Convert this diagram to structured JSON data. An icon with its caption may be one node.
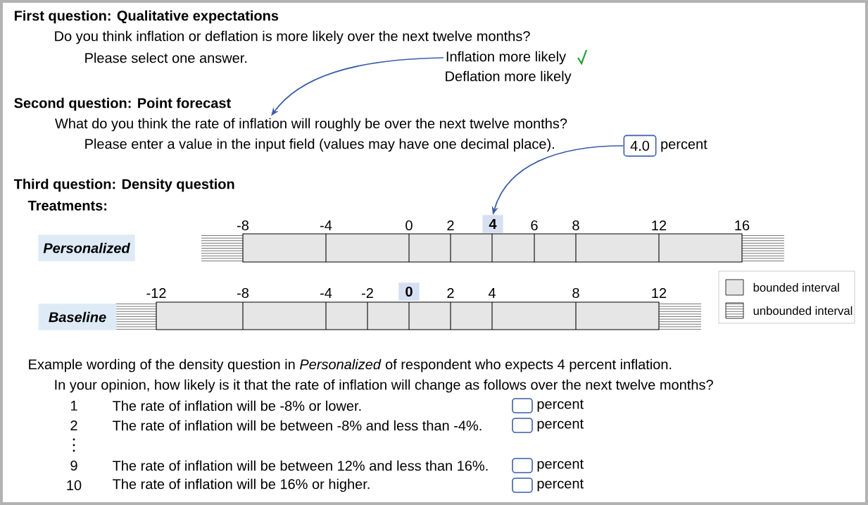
{
  "diagram": {
    "nodes": [
      {
        "text": [
          "Inflation more likely"
        ]
      },
      {
        "text": [
          "What do you think the rate of inflation will roughly be over the next twelve months?"
        ]
      },
      {
        "text": [
          "4.0"
        ],
        "beside": [
          "percent"
        ]
      },
      {
        "text": [
          "Personalized"
        ]
      },
      {
        "text": [
          "4"
        ]
      },
      {
        "text": [
          "Baseline"
        ]
      },
      {
        "text": [
          "0"
        ]
      },
      {
        "text": [],
        "shape": "box",
        "beside": [
          "percent"
        ]
      },
      {
        "text": [],
        "shape": "box",
        "beside": [
          "percent"
        ]
      },
      {
        "text": [],
        "shape": "box",
        "beside": [
          "percent"
        ]
      },
      {
        "text": [],
        "shape": "box",
        "beside": [
          "percent"
        ]
      }
    ],
    "edges": [
      {
        "from": 0,
        "to": 1,
        "arrow": "to"
      },
      {
        "from": 2,
        "to": 4,
        "arrow": "to"
      }
    ],
    "labels": [
      "First question: Qualitative expectations",
      "Do you think inflation or deflation is more likely over the next twelve months?",
      "Please select one answer.",
      "Deflation more likely",
      "Second question: Point forecast",
      "Please enter a value in the input field (values may have one decimal place).",
      "Third question: Density question",
      "Treatments:",
      "-8",
      "-4",
      "0",
      "2",
      "6",
      "8",
      "12",
      "16",
      "-12",
      "-8",
      "-4",
      "-2",
      "2",
      "4",
      "8",
      "12",
      "Example wording of the density question in *Personalized* of respondent who expects 4 percent inflation.",
      "In your opinion, how likely is it that the rate of inflation will change as follows over the next twelve months?",
      "1",
      "The rate of inflation will be -8% or lower.",
      "2",
      "The rate of inflation will be between -8% and less than -4%.",
      "9",
      "The rate of inflation will be between 12% and less than 16%.",
      "10",
      "The rate of inflation will be 16% or higher."
    ],
    "legend": [
      {
        "text": "bounded interval",
        "color": "#e6e6e6"
      },
      {
        "text": "unbounded interval"
      }
    ]
  }
}
